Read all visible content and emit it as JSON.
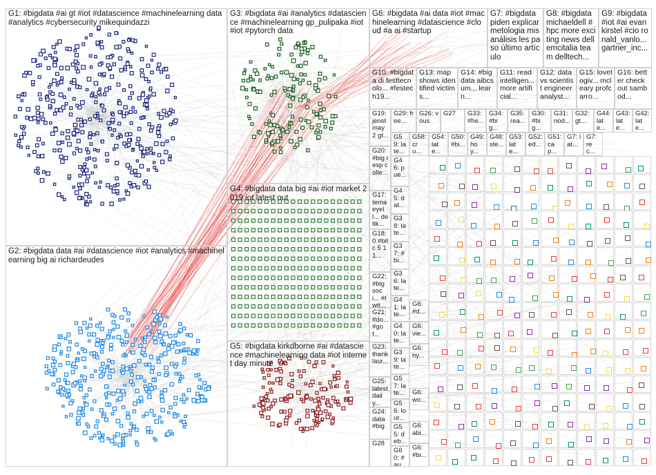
{
  "groups": {
    "G1": "G1: #bigdata #ai gt #iot #datascience #machinelearning data #analytics #cybersecurity mikequindazzi",
    "G2": "G2: #bigdata data #ai #datascience #iot #analytics #machinelearning big ai richardeudes",
    "G3": "G3: #bigdata #ai #analytics #datascience #machinelearning gp_pulipaka #iot #iot #pytorch data",
    "G4": "G4: #bigdata data big #ai #iot market 2019 iot latest out",
    "G5": "G5: #bigdata kirkdborne #ai #datascience #machinelearning data #iot internet day minute",
    "G6": "G6: #bigdata #ai data #iot #machinelearning #datascience #cloud #a ai #startup",
    "G7": "G7: #bigdata piden explicar metologia mis análisis les paso último artículo",
    "G8": "G8: #bigdata michaeldell #hpc more exciting news dellemcitalia team delltech...",
    "G9": "G9: #bigdata #iot #ai evankirstel #cio ronald_vanlo... gartner_inc...",
    "G10": "G10: #bigdata di festtecnolo... #festech19...",
    "G13": "G13: map shows identified victims...",
    "G14": "G14: #bigdata aibcsum... learn...",
    "G11": "G11: read intelligen... more artificial...",
    "G12": "G12: data vs scientist engineer analyst...",
    "G15": "G15: lovetogiv... mcleary profcarro...",
    "G16": "G16: better check out sambod...",
    "G19": "G19: jenst may 2 gt...",
    "G29": "G29: free...",
    "G26": "G26: vous",
    "G27": "G27",
    "G33": "G33: #he...",
    "G34": "G34: #big...",
    "G35": "G35: rea...",
    "G30": "G30: #big...",
    "G31": "G31: nod...",
    "G32": "G32: gt...",
    "G44": "G44: late...",
    "G43": "G43: late...",
    "G42": "G42: late...",
    "G20": "G20: #big resp colle...",
    "G17": "G17: tema eyell... detik...",
    "G18": "G18: 0 #bitc 5 11...",
    "G22": "G22: #big soci... #twit...",
    "G21": "G21: #do... #gof...",
    "G23": "G23: thank laur...",
    "G25": "G25: latest daily...",
    "G24": "G24: data #big",
    "G28": "G28",
    "G59": "G59: late...",
    "G58": "G58: cru...",
    "G54": "G54: late...",
    "G50": "G50: #bi...",
    "G49": "G49: hoy...",
    "G48": "G48: ste...",
    "G53": "G53: late...",
    "G52": "G52: ed...",
    "G51": "G51: cap...",
    "G7b": "G7: lat...",
    "G7c": "G7: rec...",
    "G46": "G46: pue...",
    "G45": "G45: dat...",
    "G38": "G38: late...",
    "G37": "G37: #bi...",
    "G36": "G36: late...",
    "G41": "G41: late...",
    "G40": "G40: late...",
    "G39": "G39: late...",
    "G57": "G57: late...",
    "G56": "G56: lour...",
    "G55": "G55: deb...",
    "G60": "G60: #au...",
    "G6b": "G6: #d...",
    "G6c": "G6: vie...",
    "G6d": "G6: hy...",
    "G6e": "G6: wo...",
    "G6f": "G6: abi...",
    "G6g": "G6: #bi..."
  },
  "colors": {
    "G1": "#1a237e",
    "G2": "#1e88e5",
    "G3": "#1b5e20",
    "G4": "#2e7d32",
    "G5": "#8b1a1a",
    "edge_red": "#e53935"
  }
}
